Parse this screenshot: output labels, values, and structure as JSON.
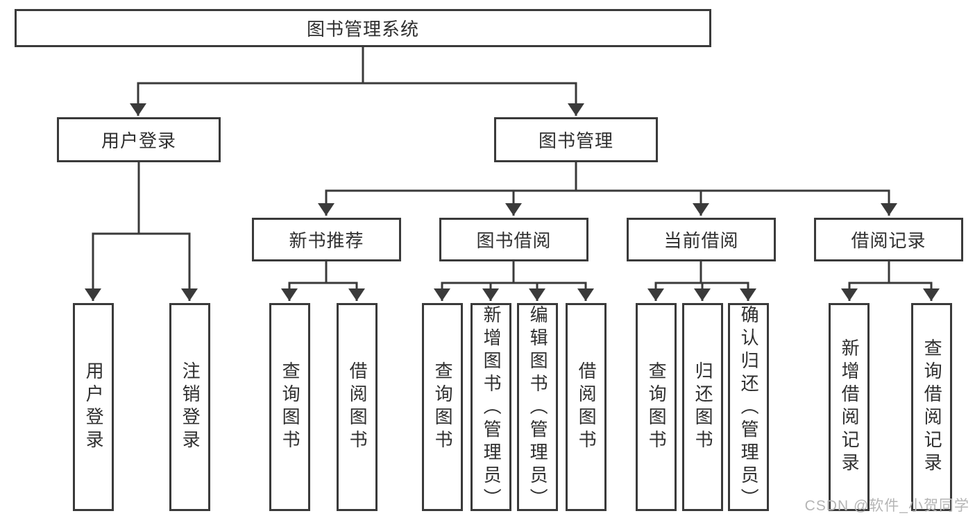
{
  "colors": {
    "line": "#3a3a3a",
    "text": "#2f2f2f",
    "watermark": "#b5b5b5"
  },
  "watermark": {
    "text": "CSDN @软件_小贺同学"
  },
  "tree": {
    "label": "图书管理系统",
    "children": [
      {
        "label": "用户登录",
        "children": [
          {
            "label": "用户登录"
          },
          {
            "label": "注销登录"
          }
        ]
      },
      {
        "label": "图书管理",
        "children": [
          {
            "label": "新书推荐",
            "children": [
              {
                "label": "查询图书"
              },
              {
                "label": "借阅图书"
              }
            ]
          },
          {
            "label": "图书借阅",
            "children": [
              {
                "label": "查询图书"
              },
              {
                "label": "新增图书（管理员）"
              },
              {
                "label": "编辑图书（管理员）"
              },
              {
                "label": "借阅图书"
              }
            ]
          },
          {
            "label": "当前借阅",
            "children": [
              {
                "label": "查询图书"
              },
              {
                "label": "归还图书"
              },
              {
                "label": "确认归还（管理员）"
              }
            ]
          },
          {
            "label": "借阅记录",
            "children": [
              {
                "label": "新增借阅记录"
              },
              {
                "label": "查询借阅记录"
              }
            ]
          }
        ]
      }
    ]
  }
}
